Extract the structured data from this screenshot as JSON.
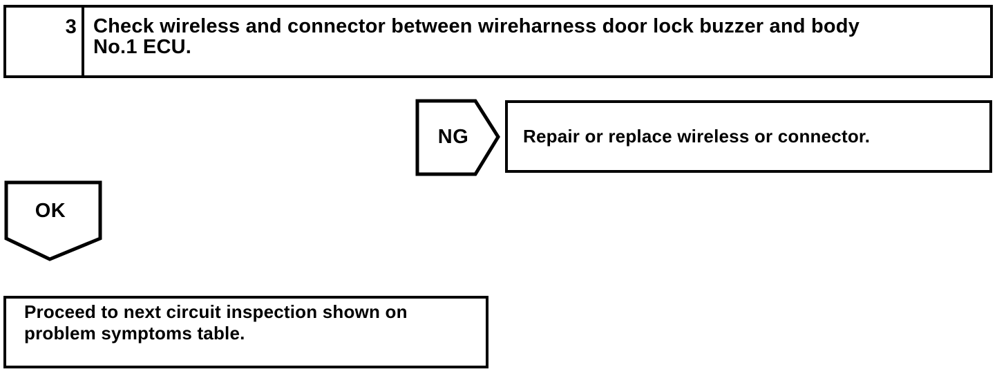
{
  "flowchart": {
    "step_box": {
      "number": "3",
      "instruction_lines": [
        "Check wireless and connector between wireharness door lock buzzer and body",
        "No.1 ECU."
      ]
    },
    "ng_branch": {
      "connector_label": "NG",
      "action": "Repair or replace wireless or connector."
    },
    "ok_branch": {
      "connector_label": "OK",
      "action_lines": [
        "Proceed to next circuit inspection shown on",
        "problem symptoms table."
      ]
    }
  },
  "colors": {
    "ink": "#000000",
    "paper": "#ffffff"
  }
}
